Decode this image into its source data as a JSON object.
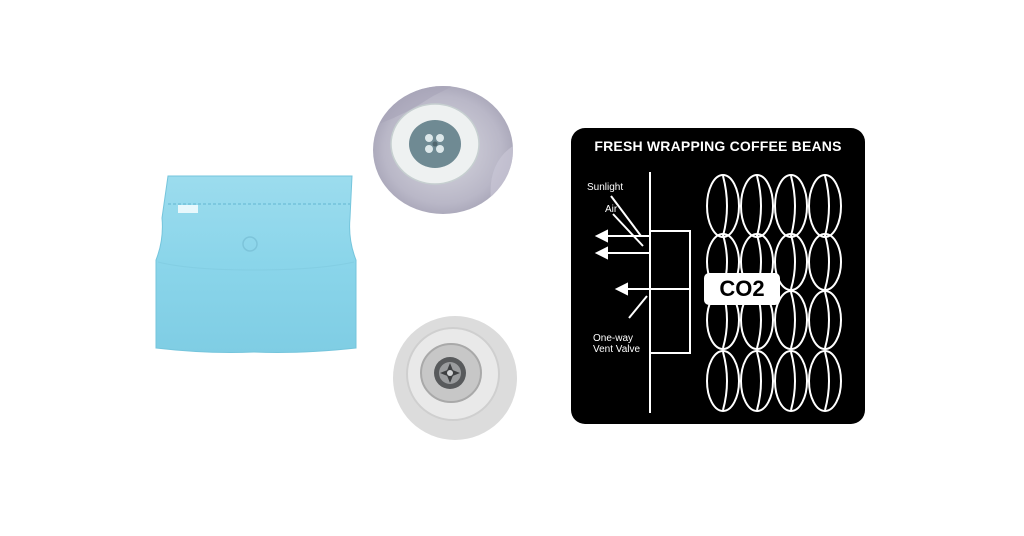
{
  "colors": {
    "pouch": "#8dd6ea",
    "panel": "#000000",
    "panel_text": "#ffffff"
  },
  "diagram": {
    "title": "FRESH WRAPPING COFFEE BEANS",
    "labels": {
      "sunlight": "Sunlight",
      "air": "Air",
      "valve_line1": "One-way",
      "valve_line2": "Vent Valve",
      "co2": "CO2"
    }
  }
}
